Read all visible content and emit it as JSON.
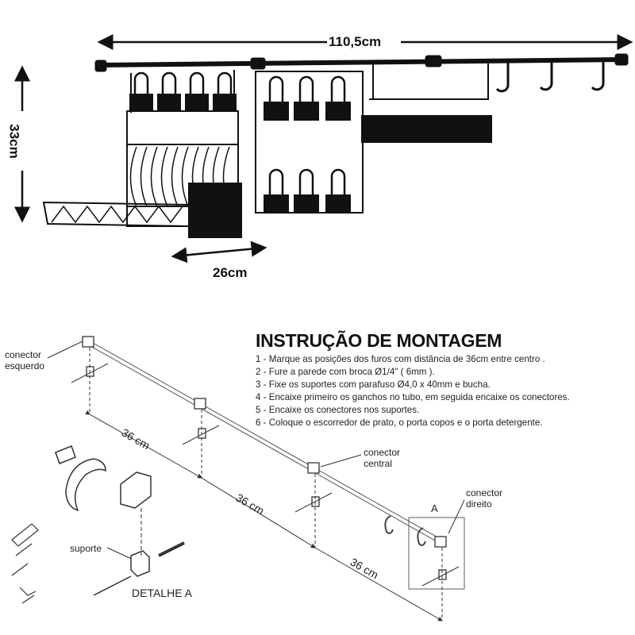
{
  "dimensions": {
    "width": "110,5cm",
    "height": "33cm",
    "depth": "26cm"
  },
  "instructions": {
    "title": "INSTRUÇÃO DE MONTAGEM",
    "steps": [
      "1 - Marque as posições dos furos com distância de 36cm entre centro .",
      "2 - Fure a parede com broca Ø1/4\" ( 6mm ).",
      "3 - Fixe os suportes com parafuso Ø4,0 x 40mm e bucha.",
      "4 - Encaixe primeiro os ganchos no tubo, em seguida encaixe os conectores.",
      "5 - Encaixe os conectores nos suportes.",
      "6 - Coloque o escorredor de prato, o porta copos e o porta detergente."
    ]
  },
  "diagram": {
    "left_connector": [
      "conector",
      "esquerdo"
    ],
    "center_connector": [
      "conector",
      "central"
    ],
    "right_connector": [
      "conector",
      "direito"
    ],
    "spacing": [
      "36 cm",
      "36 cm",
      "36 cm"
    ],
    "detail_marker": "A",
    "support_label": "suporte",
    "detail_label": "DETALHE A"
  }
}
